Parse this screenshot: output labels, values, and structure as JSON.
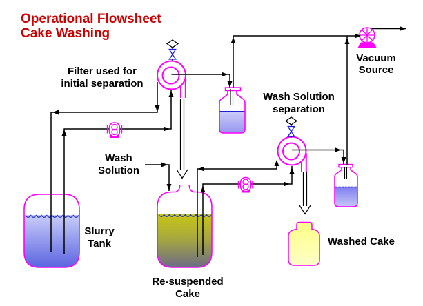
{
  "title": {
    "line1": "Operational Flowsheet",
    "line2": "Cake Washing",
    "color": "#cc0000"
  },
  "labels": {
    "filter1_line1": "Filter used for",
    "filter1_line2": "initial separation",
    "wash_sep_line1": "Wash Solution",
    "wash_sep_line2": "separation",
    "vacuum_line1": "Vacuum",
    "vacuum_line2": "Source",
    "wash_solution_line1": "Wash",
    "wash_solution_line2": "Solution",
    "slurry_line1": "Slurry",
    "slurry_line2": "Tank",
    "resuspended_line1": "Re-suspended",
    "resuspended_line2": "Cake",
    "washed_cake": "Washed Cake"
  },
  "symbols": [
    "filter-icon",
    "filter-icon",
    "pump-icon",
    "pump-icon",
    "valve-icon",
    "valve-icon",
    "vacuum-source-icon",
    "slurry-tank",
    "resuspended-cake-tank",
    "filtrate-bottle",
    "filtrate-bottle",
    "washed-cake-jar"
  ],
  "colors": {
    "outline_magenta": "#ff00ff",
    "title_red": "#cc0000",
    "valve_blue": "#1a1ae6",
    "wave_blue": "#2233cc",
    "liquid_line_blue": "#0000cc",
    "slurry_top": "#c9cdf9",
    "slurry_bottom": "#5b64e0",
    "resusp_top": "#c6c616",
    "resusp_bottom": "#6c6c86",
    "bottle1_top": "#ccccfa",
    "bottle1_bottom": "#9595ee",
    "bottle2_top": "#7f7ff0",
    "bottle2_bottom": "#c6c6fa",
    "jar_top": "#ffff85",
    "jar_bottom": "#ffffc8"
  }
}
